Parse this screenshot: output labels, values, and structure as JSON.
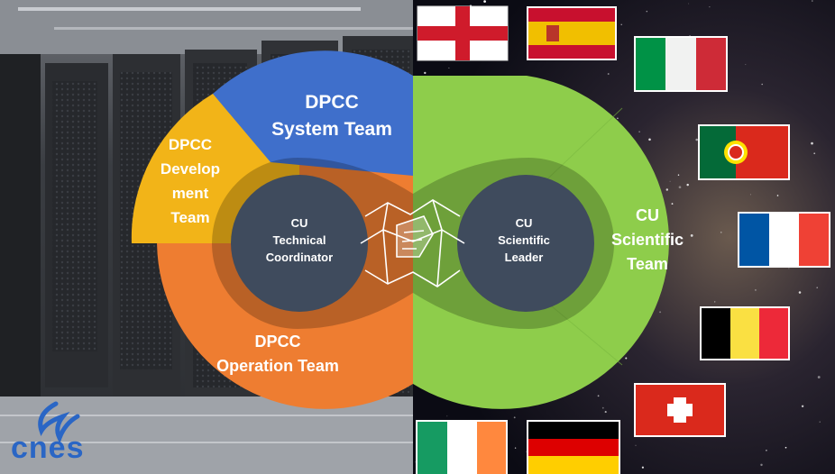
{
  "segments": {
    "system": {
      "line1": "DPCC",
      "line2": "System Team",
      "color": "#3f6fcb"
    },
    "development": {
      "line1": "DPCC",
      "line2": "Develop",
      "line3": "ment",
      "line4": "Team",
      "color": "#f2b418"
    },
    "operation": {
      "line1": "DPCC",
      "line2": "Operation Team",
      "color": "#ee7d31"
    },
    "scientific": {
      "line1": "CU",
      "line2": "Scientific",
      "line3": "Team",
      "color": "#8ecd4b"
    }
  },
  "inner": {
    "left": {
      "line1": "CU",
      "line2": "Technical",
      "line3": "Coordinator"
    },
    "right": {
      "line1": "CU",
      "line2": "Scientific",
      "line3": "Leader"
    },
    "color": "#3f4b5d"
  },
  "handshake_icon": "handshake-icon",
  "flags": [
    {
      "name": "flag-england-icon",
      "country": "England"
    },
    {
      "name": "flag-spain-icon",
      "country": "Spain"
    },
    {
      "name": "flag-italy-icon",
      "country": "Italy"
    },
    {
      "name": "flag-portugal-icon",
      "country": "Portugal"
    },
    {
      "name": "flag-france-icon",
      "country": "France"
    },
    {
      "name": "flag-belgium-icon",
      "country": "Belgium"
    },
    {
      "name": "flag-switzerland-icon",
      "country": "Switzerland"
    },
    {
      "name": "flag-ireland-icon",
      "country": "Ireland"
    },
    {
      "name": "flag-germany-icon",
      "country": "Germany"
    }
  ],
  "logo": {
    "text": "cnes"
  }
}
